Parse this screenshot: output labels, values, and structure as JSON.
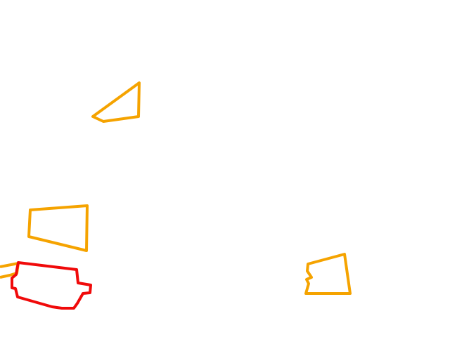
{
  "colors": {
    "background": "#ffffff",
    "orange_outline": "#f5a300",
    "red_outline": "#f00a0a"
  },
  "shapes": [
    {
      "name": "orange-triangle-outline",
      "color": "orange_outline"
    },
    {
      "name": "orange-quadrilateral-outline",
      "color": "orange_outline"
    },
    {
      "name": "orange-partial-outline-left-edge",
      "color": "orange_outline"
    },
    {
      "name": "red-irregular-outline",
      "color": "red_outline"
    },
    {
      "name": "orange-trapezoid-outline",
      "color": "orange_outline"
    }
  ]
}
